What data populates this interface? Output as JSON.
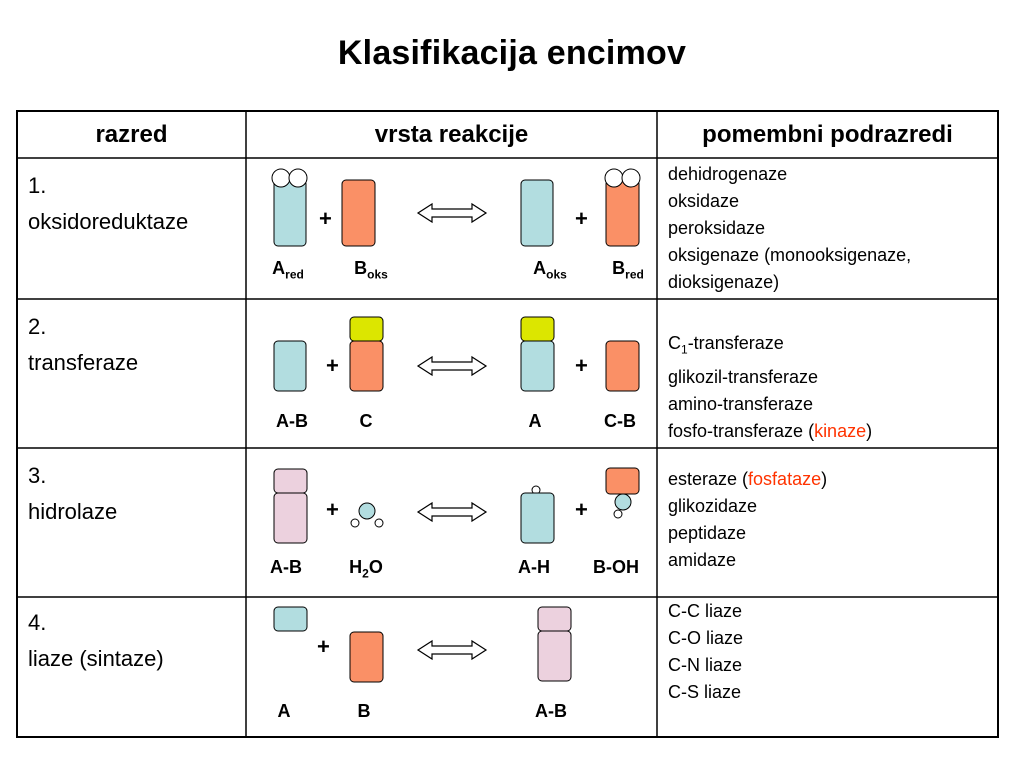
{
  "title": "Klasifikacija encimov",
  "headers": {
    "col1": "razred",
    "col2": "vrsta reakcije",
    "col3": "pomembni podrazredi"
  },
  "colors": {
    "blue": "#b2dde0",
    "orange": "#fa9066",
    "yellow": "#dce600",
    "pink": "#ecd1de",
    "highlight": "#ff3300"
  },
  "rows": [
    {
      "number": "1.",
      "name": "oksidoreduktaze",
      "labels": {
        "a": "A",
        "a_sub": "red",
        "b": "B",
        "b_sub": "oks",
        "c": "A",
        "c_sub": "oks",
        "d": "B",
        "d_sub": "red"
      },
      "subclasses": [
        "dehidrogenaze",
        "oksidaze",
        "peroksidaze",
        "oksigenaze (monooksigenaze,",
        "dioksigenaze)"
      ]
    },
    {
      "number": "2.",
      "name": "transferaze",
      "labels": {
        "a": "A-B",
        "b": "C",
        "c": "A",
        "d": "C-B"
      },
      "subclasses": {
        "s1_pre": "C",
        "s1_sub": "1",
        "s1_post": "-transferaze",
        "s2": "glikozil-transferaze",
        "s3": "amino-transferaze",
        "s4_pre": "fosfo-transferaze (",
        "s4_hl": "kinaze",
        "s4_post": ")"
      }
    },
    {
      "number": "3.",
      "name": "hidrolaze",
      "labels": {
        "a": "A-B",
        "b_pre": "H",
        "b_sub": "2",
        "b_post": "O",
        "c": "A-H",
        "d": "B-OH"
      },
      "subclasses": {
        "s1_pre": "esteraze  (",
        "s1_hl": "fosfataze",
        "s1_post": ")",
        "s2": "glikozidaze",
        "s3": "peptidaze",
        "s4": "amidaze"
      }
    },
    {
      "number": "4.",
      "name": "liaze (sintaze)",
      "labels": {
        "a": "A",
        "b": "B",
        "c": "A-B"
      },
      "subclasses": [
        "C-C liaze",
        "C-O liaze",
        "C-N liaze",
        "C-S liaze"
      ]
    }
  ],
  "plus_sign": "+"
}
